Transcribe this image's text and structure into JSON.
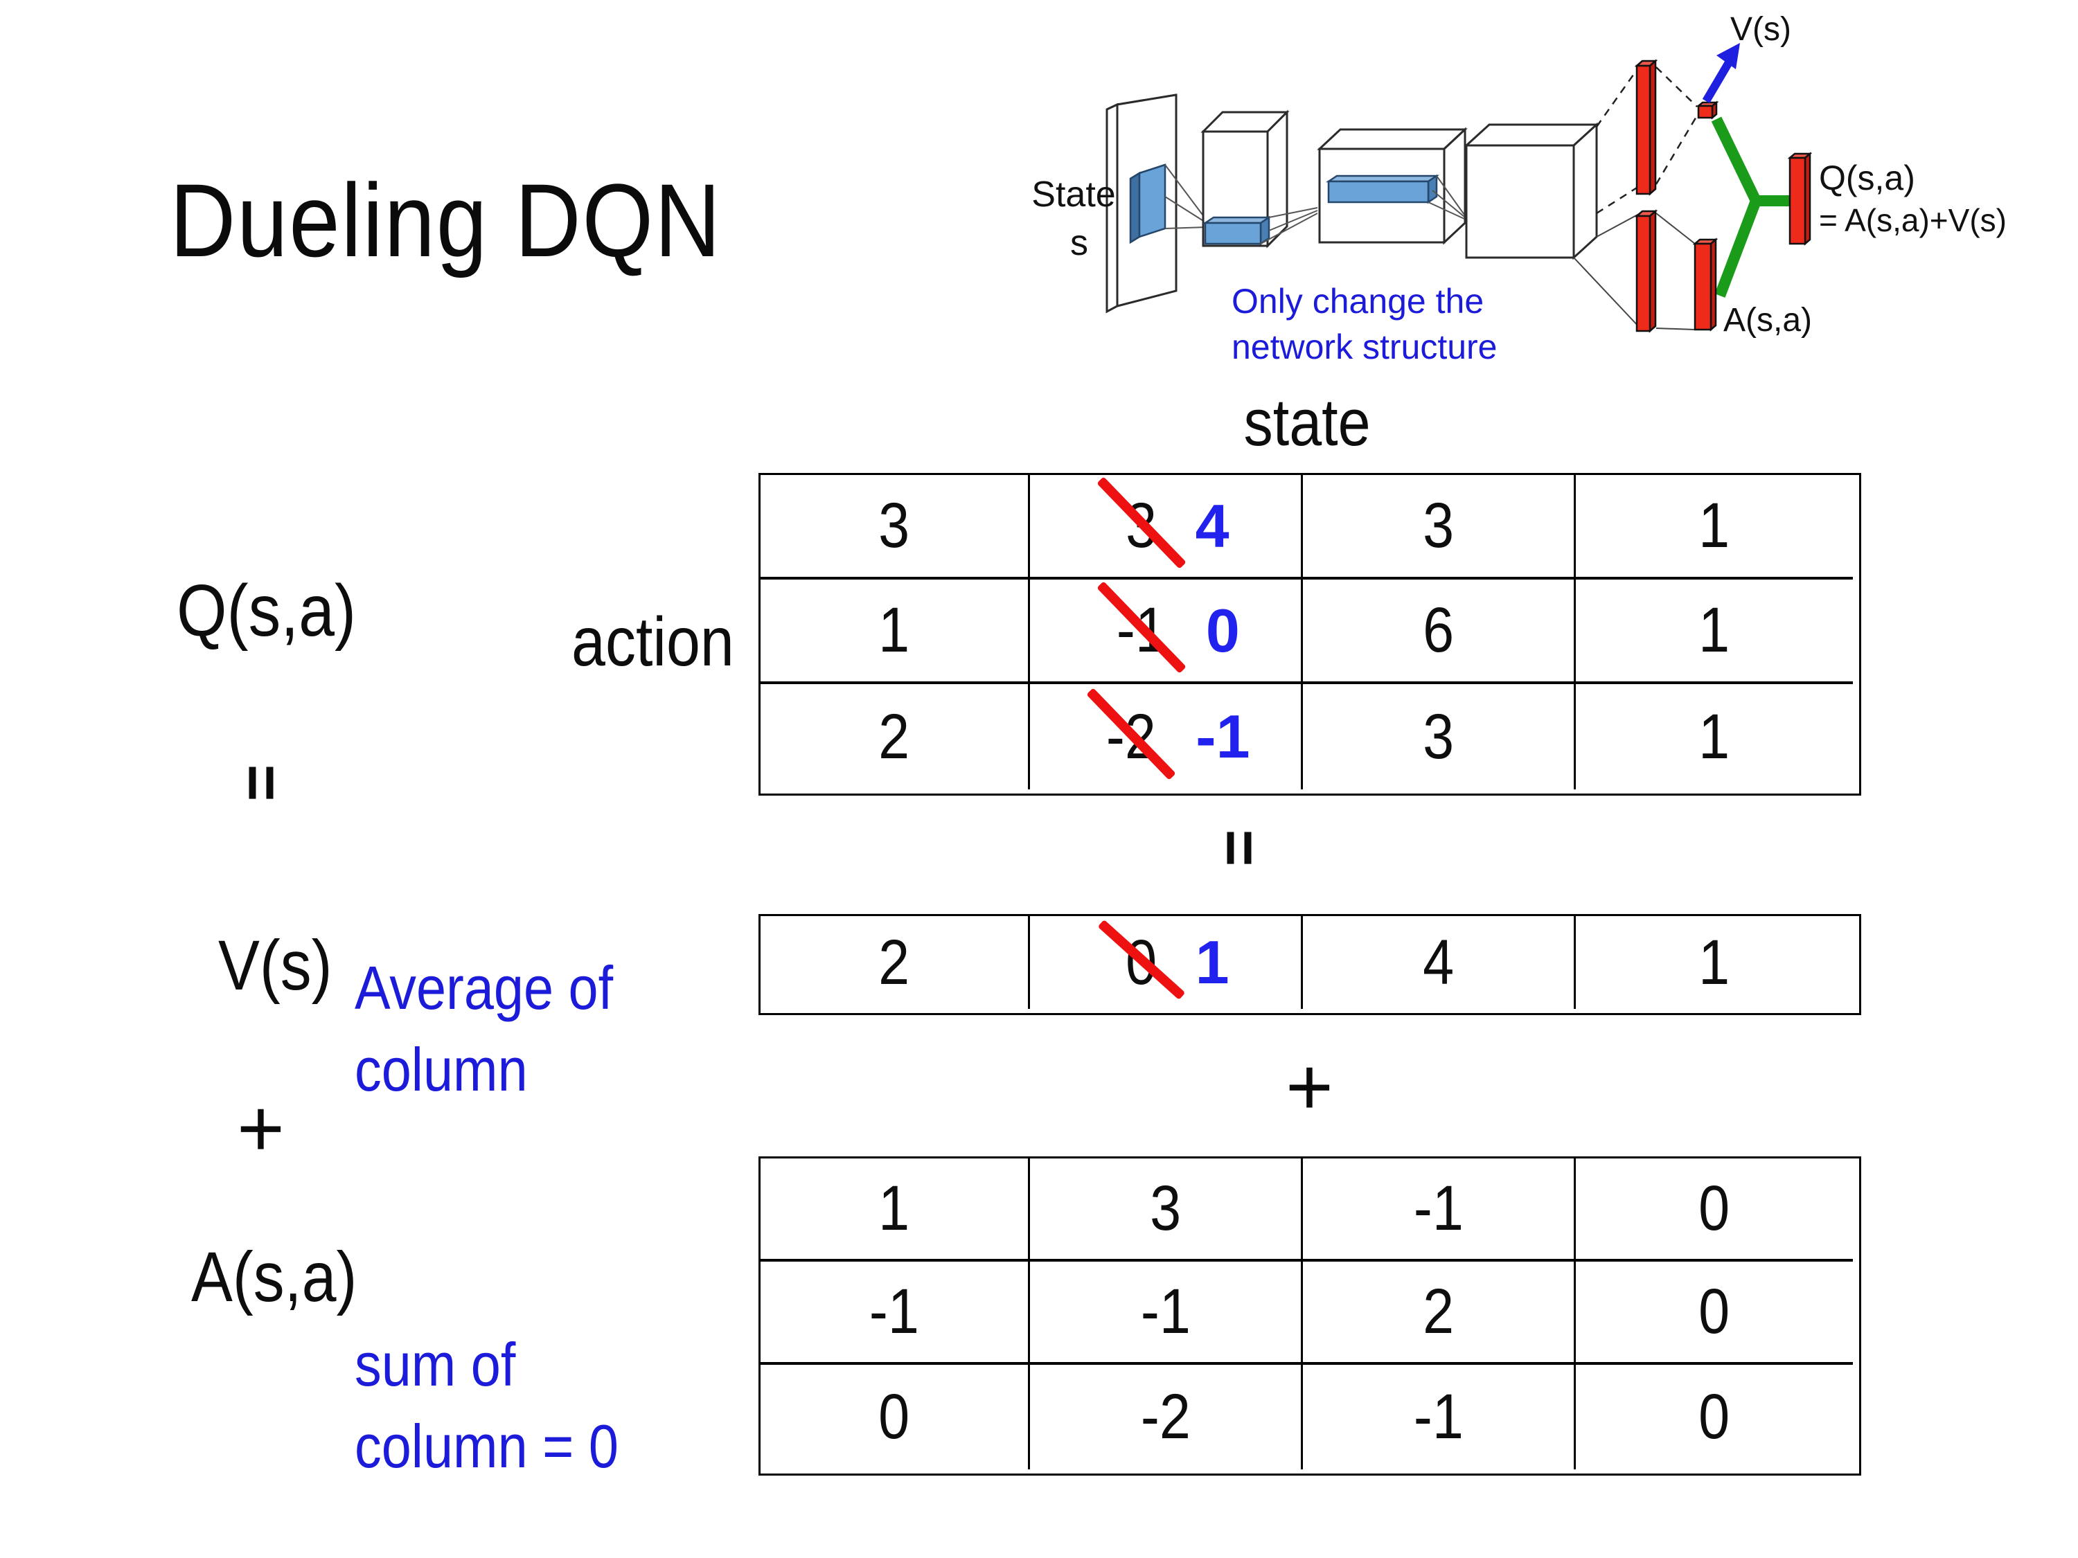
{
  "slide": {
    "title": "Dueling DQN"
  },
  "diagram": {
    "state_line1": "State",
    "state_line2": "s",
    "note_line1": "Only change the",
    "note_line2": "network structure",
    "v_out_label": "V(s)",
    "q_out_label": "Q(s,a)",
    "q_out_formula": "= A(s,a)+V(s)",
    "a_out_label": "A(s,a)"
  },
  "decomposition": {
    "q_label": "Q(s,a)",
    "v_label": "V(s)",
    "a_label": "A(s,a)",
    "equals_left": "=",
    "equals_center": "=",
    "plus_left": "+",
    "plus_center": "+",
    "state_header": "state",
    "action_header": "action",
    "avg_note_line1": "Average of",
    "avg_note_line2": "column",
    "sum_note_line1": "sum of",
    "sum_note_line2": "column = 0"
  },
  "q_table": {
    "r0": {
      "c0": "3",
      "old": "3",
      "new": "4",
      "c2": "3",
      "c3": "1"
    },
    "r1": {
      "c0": "1",
      "old": "-1",
      "new": "0",
      "c2": "6",
      "c3": "1"
    },
    "r2": {
      "c0": "2",
      "old": "-2",
      "new": "-1",
      "c2": "3",
      "c3": "1"
    }
  },
  "v_table": {
    "c0": "2",
    "old": "0",
    "new": "1",
    "c2": "4",
    "c3": "1"
  },
  "a_table": {
    "r0": [
      "1",
      "3",
      "-1",
      "0"
    ],
    "r1": [
      "-1",
      "-1",
      "2",
      "0"
    ],
    "r2": [
      "0",
      "-2",
      "-1",
      "0"
    ]
  },
  "colors": {
    "annotation_blue": "#1b1bd9",
    "new_value_blue": "#2222ee",
    "strike_red": "#ee1111",
    "bar_red": "#ee2b1b",
    "merge_green": "#1a9c1a",
    "feature_blue": "#6aa3d8"
  }
}
